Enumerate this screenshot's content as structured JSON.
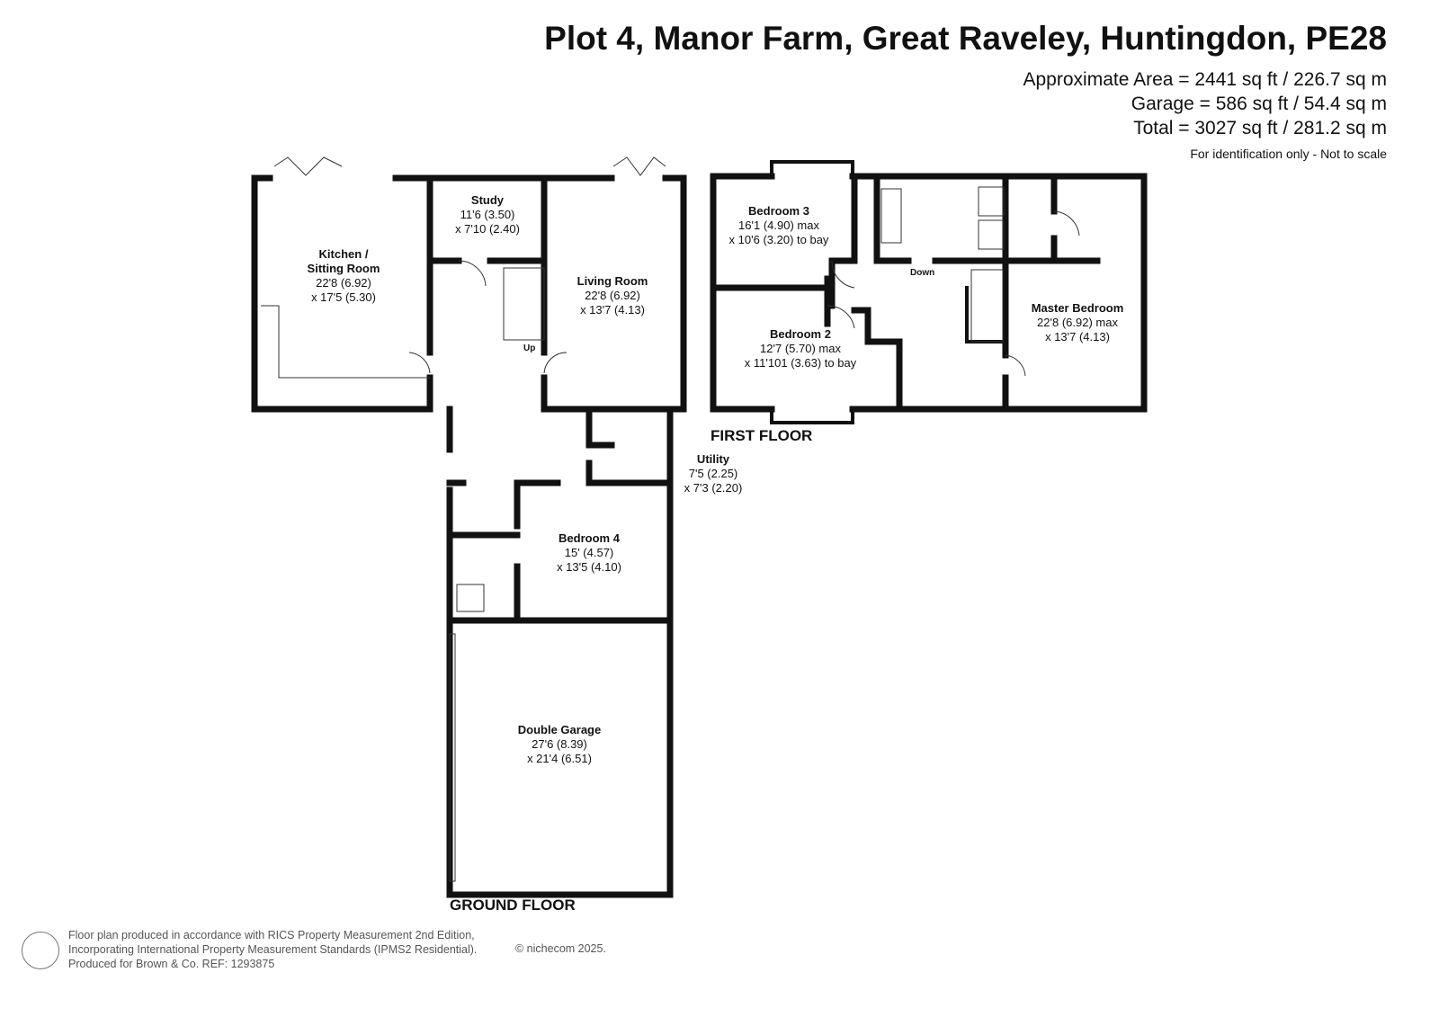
{
  "header": {
    "title": "Plot 4, Manor Farm, Great Raveley, Huntingdon, PE28",
    "approx_area": "Approximate Area = 2441 sq ft / 226.7 sq m",
    "garage_area": "Garage = 586 sq ft / 54.4 sq m",
    "total_area": "Total = 3027 sq ft / 281.2 sq m",
    "note": "For identification only - Not to scale"
  },
  "ground_floor": {
    "label": "GROUND FLOOR",
    "rooms": [
      {
        "name": "Kitchen /",
        "name2": "Sitting Room",
        "dim1": "22'8 (6.92)",
        "dim2": "x 17'5 (5.30)"
      },
      {
        "name": "Study",
        "dim1": "11'6 (3.50)",
        "dim2": "x 7'10 (2.40)"
      },
      {
        "name": "Living Room",
        "dim1": "22'8 (6.92)",
        "dim2": "x 13'7 (4.13)"
      },
      {
        "name": "Utility",
        "dim1": "7'5 (2.25)",
        "dim2": "x 7'3 (2.20)"
      },
      {
        "name": "Bedroom 4",
        "dim1": "15' (4.57)",
        "dim2": "x 13'5 (4.10)"
      },
      {
        "name": "Double Garage",
        "dim1": "27'6 (8.39)",
        "dim2": "x 21'4 (6.51)"
      }
    ],
    "stairs_label": "Up"
  },
  "first_floor": {
    "label": "FIRST FLOOR",
    "rooms": [
      {
        "name": "Bedroom 3",
        "dim1": "16'1 (4.90) max",
        "dim2": "x 10'6 (3.20) to bay"
      },
      {
        "name": "Bedroom 2",
        "dim1": "12'7 (5.70) max",
        "dim2": "x 11'101 (3.63) to bay"
      },
      {
        "name": "Master Bedroom",
        "dim1": "22'8 (6.92) max",
        "dim2": "x 13'7 (4.13)"
      }
    ],
    "stairs_label": "Down"
  },
  "footer": {
    "line1": "Floor plan produced in accordance with RICS Property Measurement 2nd Edition,",
    "line2": "Incorporating International Property Measurement Standards (IPMS2 Residential).",
    "line3": "Produced for Brown & Co.   REF: 1293875",
    "copyright": "© nichecom 2025."
  }
}
